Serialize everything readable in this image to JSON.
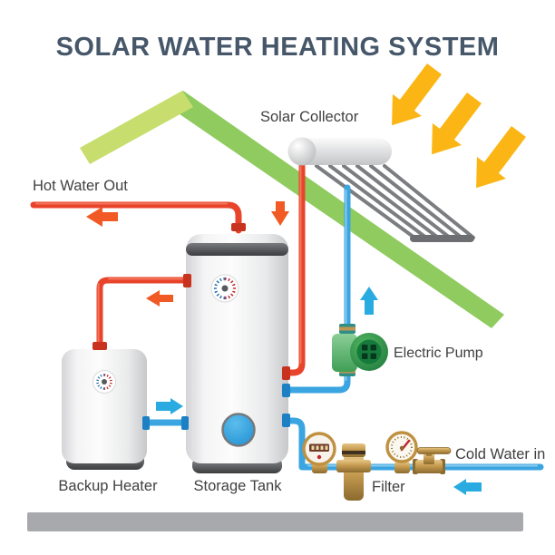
{
  "title": "SOLAR WATER HEATING SYSTEM",
  "labels": {
    "solar_collector": "Solar Collector",
    "hot_water_out": "Hot Water Out",
    "electric_pump": "Electric Pump",
    "cold_water_in": "Cold Water in",
    "backup_heater": "Backup Heater",
    "storage_tank": "Storage Tank",
    "filter": "Filter"
  },
  "colors": {
    "title": "#46576a",
    "label": "#414042",
    "roof_light": "#c7de6e",
    "roof_dark": "#8fcb5f",
    "sun_arrow": "#fbb616",
    "hot_pipe": "#e8432b",
    "hot_collar": "#c7331f",
    "hot_arrow": "#f15a24",
    "cold_pipe": "#3aa5e1",
    "cold_collar": "#1d7fc4",
    "cold_arrow": "#29abe2",
    "ground": "#a7a9ac"
  }
}
